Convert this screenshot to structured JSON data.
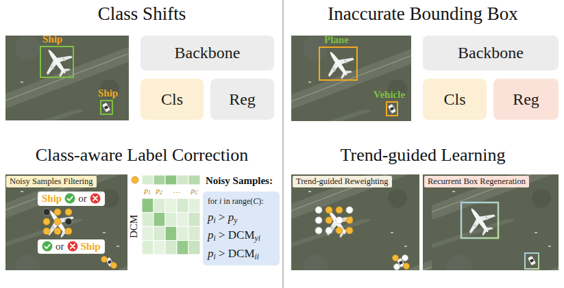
{
  "diagram": {
    "nodes": [
      {
        "text": [
          "Ship"
        ]
      },
      {
        "text": [
          "Ship"
        ]
      },
      {
        "text": [
          "Backbone"
        ]
      },
      {
        "text": [
          "Cls"
        ]
      },
      {
        "text": [
          "Reg"
        ]
      },
      {
        "text": [
          "Plane"
        ]
      },
      {
        "text": [
          "Vehicle"
        ]
      },
      {
        "text": [
          "Backbone"
        ]
      },
      {
        "text": [
          "Cls"
        ]
      },
      {
        "text": [
          "Reg"
        ]
      },
      {
        "text": [
          "Noisy Samples Filtering"
        ]
      },
      {
        "text": [
          "Ship",
          "or"
        ]
      },
      {
        "text": [
          "or",
          "Ship"
        ]
      },
      {
        "text": [
          "for i in range(C):",
          "pi > py",
          "pi > DCMyi",
          "pi > DCMii"
        ]
      },
      {
        "text": [
          "Trend-guided Reweighting"
        ]
      },
      {
        "text": [
          "Recurrent Box Regeneration"
        ]
      }
    ],
    "labels": [
      "Class Shifts",
      "Inaccurate Bounding Box",
      "Class-aware Label Correction",
      "Trend-guided Learning",
      "DCM",
      "p1",
      "p2",
      "…",
      "pC",
      "Noisy Samples:"
    ]
  }
}
